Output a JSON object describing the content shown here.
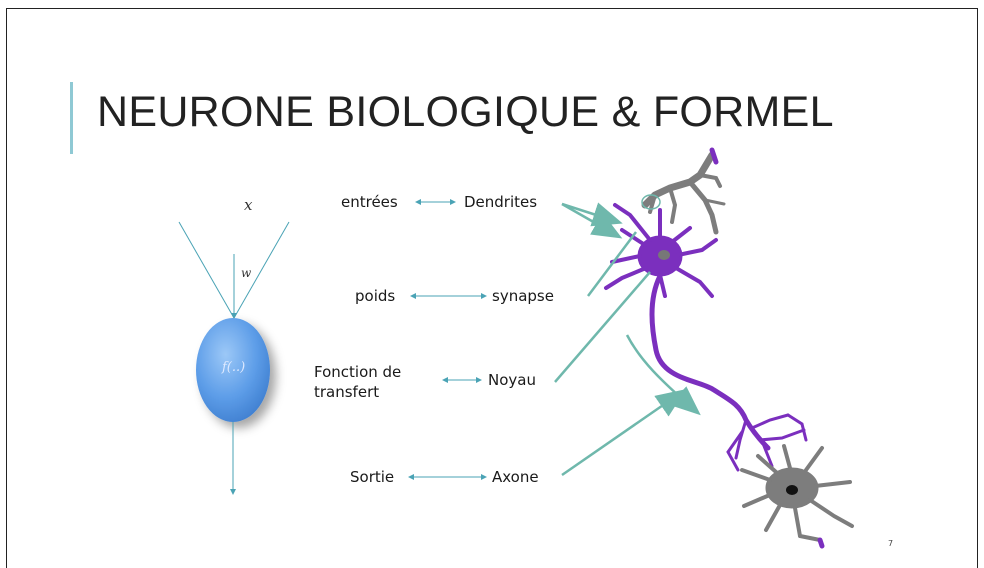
{
  "slide": {
    "title": "NEURONE BIOLOGIQUE & FORMEL",
    "page_number": "7"
  },
  "formal_neuron": {
    "input_label": "x",
    "weight_label": "w",
    "function_label": "f(..)"
  },
  "correspondences": [
    {
      "formal": "entrées",
      "biological": "Dendrites"
    },
    {
      "formal": "poids",
      "biological": "synapse"
    },
    {
      "formal": "Fonction de transfert",
      "biological": "Noyau"
    },
    {
      "formal": "Sortie",
      "biological": "Axone"
    }
  ],
  "colors": {
    "accent_bar": "#8fc9d4",
    "arrow": "#4aa3b5",
    "pointer": "#6fb8ac",
    "neuron_purple": "#7b2fbe",
    "neuron_gray": "#7d7d7d",
    "node_blue": "#5d9de8"
  }
}
